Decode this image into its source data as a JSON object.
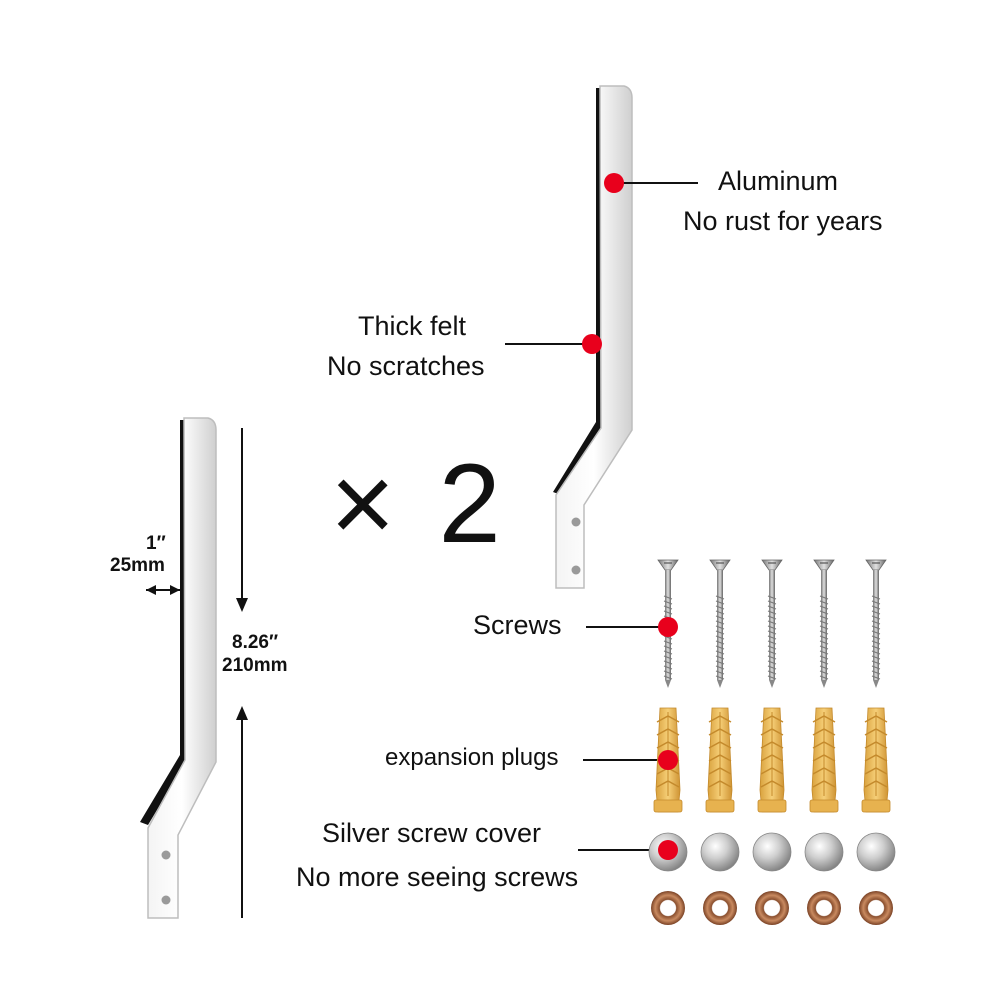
{
  "labels": {
    "aluminum": "Aluminum",
    "no_rust": "No rust for years",
    "thick_felt": "Thick felt",
    "no_scratches": "No scratches",
    "multiplier": "× 2",
    "width_in": "1″",
    "width_mm": "25mm",
    "length_in": "8.26″",
    "length_mm": "210mm",
    "screws": "Screws",
    "expansion_plugs": "expansion plugs",
    "screw_cover": "Silver screw cover",
    "no_more_seeing": "No more seeing screws"
  },
  "colors": {
    "callout_dot": "#e8001c",
    "aluminum": "#e6e6e6",
    "felt": "#111111",
    "plug": "#f0c05a",
    "washer": "#b0704a",
    "cap": "#c9c9c9"
  },
  "parts": {
    "screw_count": 5,
    "plug_count": 5,
    "cover_count": 5,
    "washer_count": 5
  }
}
